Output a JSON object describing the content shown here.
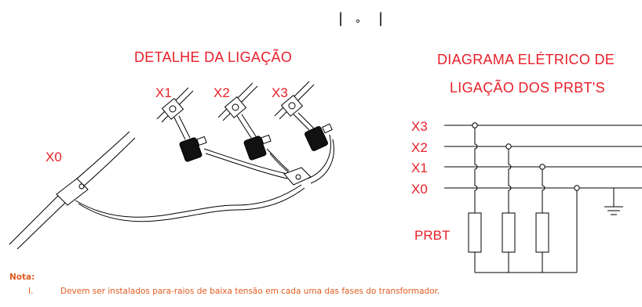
{
  "header": {
    "symbol_left": "|",
    "symbol_center": "∘",
    "symbol_right": "|"
  },
  "detail": {
    "title": "DETALHE DA LIGAÇÃO",
    "labels": {
      "x0": "X0",
      "x1": "X1",
      "x2": "X2",
      "x3": "X3"
    }
  },
  "diagram": {
    "title_line1": "DIAGRAMA ELÉTRICO DE",
    "title_line2": "LIGAÇÃO DOS PRBT'S",
    "phases": [
      "X3",
      "X2",
      "X1",
      "X0"
    ],
    "device_label": "PRBT"
  },
  "note": {
    "title": "Nota:",
    "items": [
      {
        "index": "I.",
        "text": "Devem ser instalados para-raios de baixa tensão em cada uma das fases do transformador."
      }
    ]
  }
}
